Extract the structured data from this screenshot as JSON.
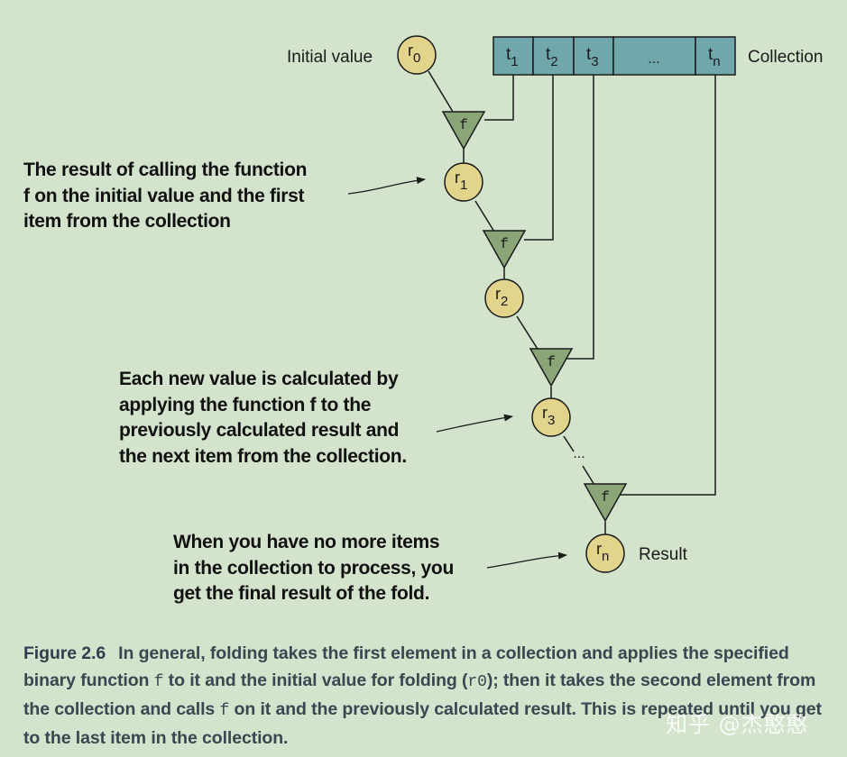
{
  "diagram": {
    "initial_label": "Initial value",
    "collection_label": "Collection",
    "result_label": "Result",
    "function_symbol": "f",
    "cells": [
      {
        "base": "t",
        "sub": "1"
      },
      {
        "base": "t",
        "sub": "2"
      },
      {
        "base": "t",
        "sub": "3"
      },
      {
        "base": "...",
        "sub": ""
      },
      {
        "base": "t",
        "sub": "n"
      }
    ],
    "results": [
      {
        "base": "r",
        "sub": "0"
      },
      {
        "base": "r",
        "sub": "1"
      },
      {
        "base": "r",
        "sub": "2"
      },
      {
        "base": "r",
        "sub": "3"
      },
      {
        "base": "r",
        "sub": "n"
      }
    ],
    "continuation": "...",
    "colors": {
      "background": "#d3e3cc",
      "cell_fill": "#6fa7ab",
      "node_fill": "#e3d48c",
      "function_fill": "#8aa678",
      "line": "#1a1a1a"
    }
  },
  "annotations": {
    "first_result": "The result of calling the function\nf on the initial value and the first\nitem from the collection",
    "each_value": "Each new value is calculated by\napplying the function f to the\npreviously calculated result and\nthe next item from the collection.",
    "final": "When you have no more items\nin the collection to process, you\nget the final result of the fold."
  },
  "caption": {
    "label": "Figure 2.6",
    "part1": "In general, folding takes the first element in a collection and applies the specified binary function ",
    "code_f1": "f",
    "part2": " to it and the initial value for folding (",
    "code_r0": "r0",
    "part3": "); then it takes the second element from the collection and calls ",
    "code_f2": "f",
    "part4": " on it and the previously calculated result. This is repeated until you get to the last item in the collection."
  },
  "watermark": "知乎 @杰憨憨"
}
